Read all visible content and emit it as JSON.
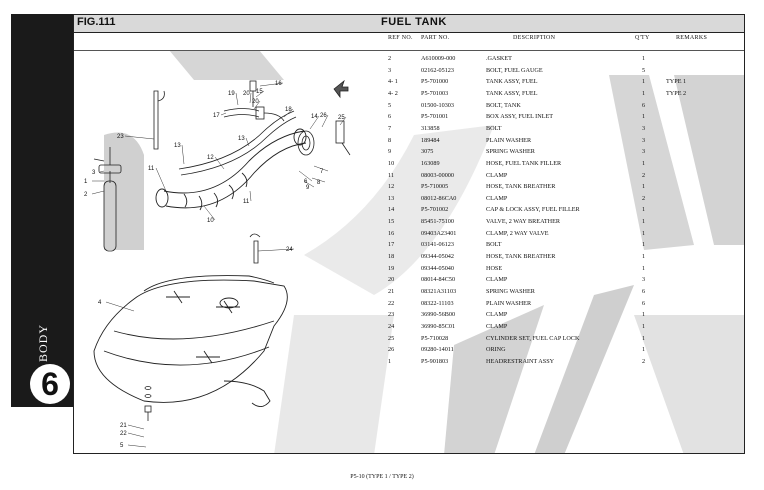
{
  "side": {
    "section": "BODY",
    "chapter": "6"
  },
  "header": {
    "fig": "FIG.111",
    "title": "FUEL TANK"
  },
  "columns": {
    "ref": "REF NO.",
    "part": "PART NO.",
    "desc": "DESCRIPTION",
    "qty": "Q'TY",
    "remarks": "REMARKS"
  },
  "rows": [
    {
      "ref": "2",
      "part": "A610009-000",
      "desc": ".GASKET",
      "qty": "1",
      "remarks": ""
    },
    {
      "ref": "3",
      "part": "02162-05123",
      "desc": "BOLT, FUEL GAUGE",
      "qty": "5",
      "remarks": ""
    },
    {
      "ref": "4- 1",
      "part": "P5-701000",
      "desc": "TANK ASSY, FUEL",
      "qty": "1",
      "remarks": "TYPE 1"
    },
    {
      "ref": "4- 2",
      "part": "P5-701003",
      "desc": "TANK ASSY, FUEL",
      "qty": "1",
      "remarks": "TYPE 2"
    },
    {
      "ref": "5",
      "part": "01500-10303",
      "desc": "BOLT, TANK",
      "qty": "6",
      "remarks": ""
    },
    {
      "ref": "6",
      "part": "P5-701001",
      "desc": "BOX ASSY, FUEL INLET",
      "qty": "1",
      "remarks": ""
    },
    {
      "ref": "7",
      "part": "313858",
      "desc": "BOLT",
      "qty": "3",
      "remarks": ""
    },
    {
      "ref": "8",
      "part": "189484",
      "desc": "PLAIN WASHER",
      "qty": "3",
      "remarks": ""
    },
    {
      "ref": "9",
      "part": "3075",
      "desc": "SPRING WASHER",
      "qty": "3",
      "remarks": ""
    },
    {
      "ref": "10",
      "part": "163089",
      "desc": "HOSE, FUEL TANK FILLER",
      "qty": "1",
      "remarks": ""
    },
    {
      "ref": "11",
      "part": "08003-00000",
      "desc": "CLAMP",
      "qty": "2",
      "remarks": ""
    },
    {
      "ref": "12",
      "part": "P5-710005",
      "desc": "HOSE, TANK BREATHER",
      "qty": "1",
      "remarks": ""
    },
    {
      "ref": "13",
      "part": "08012-86CA0",
      "desc": "CLAMP",
      "qty": "2",
      "remarks": ""
    },
    {
      "ref": "14",
      "part": "P5-701002",
      "desc": "CAP & LOCK ASSY, FUEL FILLER",
      "qty": "1",
      "remarks": ""
    },
    {
      "ref": "15",
      "part": "85451-75100",
      "desc": "VALVE, 2 WAY BREATHER",
      "qty": "1",
      "remarks": ""
    },
    {
      "ref": "16",
      "part": "09403A23401",
      "desc": "CLAMP, 2 WAY VALVE",
      "qty": "1",
      "remarks": ""
    },
    {
      "ref": "17",
      "part": "03141-06123",
      "desc": "BOLT",
      "qty": "1",
      "remarks": ""
    },
    {
      "ref": "18",
      "part": "09344-05042",
      "desc": "HOSE, TANK BREATHER",
      "qty": "1",
      "remarks": ""
    },
    {
      "ref": "19",
      "part": "09344-05040",
      "desc": "HOSE",
      "qty": "1",
      "remarks": ""
    },
    {
      "ref": "20",
      "part": "08014-84C50",
      "desc": "CLAMP",
      "qty": "3",
      "remarks": ""
    },
    {
      "ref": "21",
      "part": "08321A31103",
      "desc": "SPRING WASHER",
      "qty": "6",
      "remarks": ""
    },
    {
      "ref": "22",
      "part": "08322-11103",
      "desc": "PLAIN WASHER",
      "qty": "6",
      "remarks": ""
    },
    {
      "ref": "23",
      "part": "36990-56B00",
      "desc": "CLAMP",
      "qty": "1",
      "remarks": ""
    },
    {
      "ref": "24",
      "part": "36990-85C01",
      "desc": "CLAMP",
      "qty": "1",
      "remarks": ""
    },
    {
      "ref": "25",
      "part": "P5-710028",
      "desc": "CYLINDER SET, FUEL CAP LOCK",
      "qty": "1",
      "remarks": ""
    },
    {
      "ref": "26",
      "part": "09280-14011",
      "desc": "ORING",
      "qty": "1",
      "remarks": ""
    },
    {
      "ref": "1",
      "part": "P5-901803",
      "desc": "HEADRESTRAINT ASSY",
      "qty": "2",
      "remarks": ""
    }
  ],
  "callouts": [
    "1",
    "2",
    "3",
    "4",
    "5",
    "6",
    "7",
    "8",
    "9",
    "10",
    "11",
    "11",
    "12",
    "13",
    "13",
    "14",
    "15",
    "16",
    "17",
    "18",
    "19",
    "20",
    "20",
    "21",
    "22",
    "23",
    "24",
    "25",
    "26"
  ],
  "footer": "P5-10 (TYPE 1 / TYPE 2)"
}
